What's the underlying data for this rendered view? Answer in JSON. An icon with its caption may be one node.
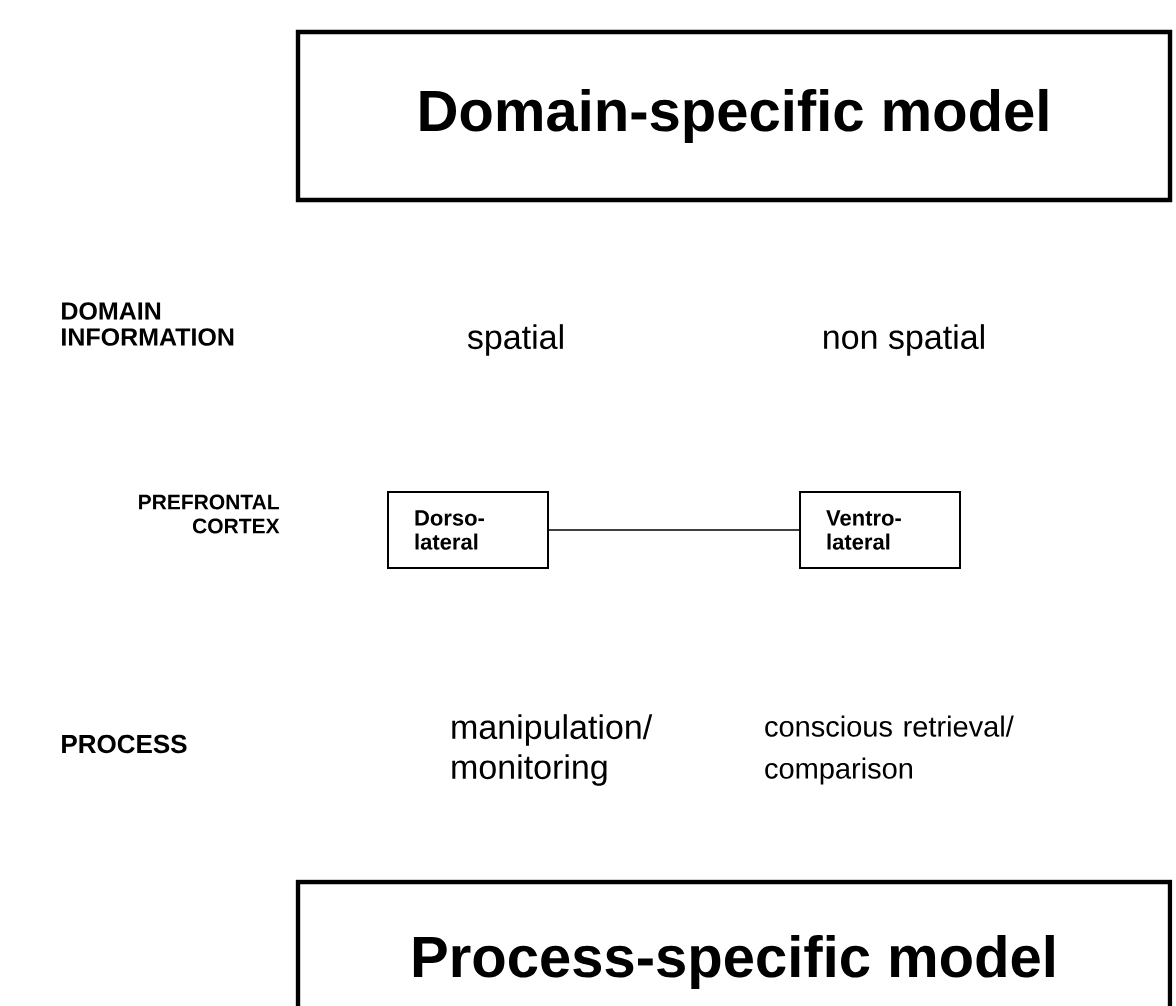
{
  "diagram": {
    "nodes": [
      {
        "text": [
          "Domain-specific model"
        ]
      },
      {
        "text": [
          "Dorso- lateral"
        ]
      },
      {
        "text": [
          "Ventro- lateral"
        ]
      },
      {
        "text": [
          "Process-specific model"
        ]
      }
    ],
    "edges": [
      {
        "from": 1,
        "to": 2,
        "arrow": "none"
      }
    ],
    "labels": [
      "DOMAIN INFORMATION",
      "spatial",
      "non spatial",
      "PREFRONTAL CORTEX",
      "PROCESS",
      "manipulation/ monitoring",
      "conscious retrieval/ comparison"
    ]
  }
}
